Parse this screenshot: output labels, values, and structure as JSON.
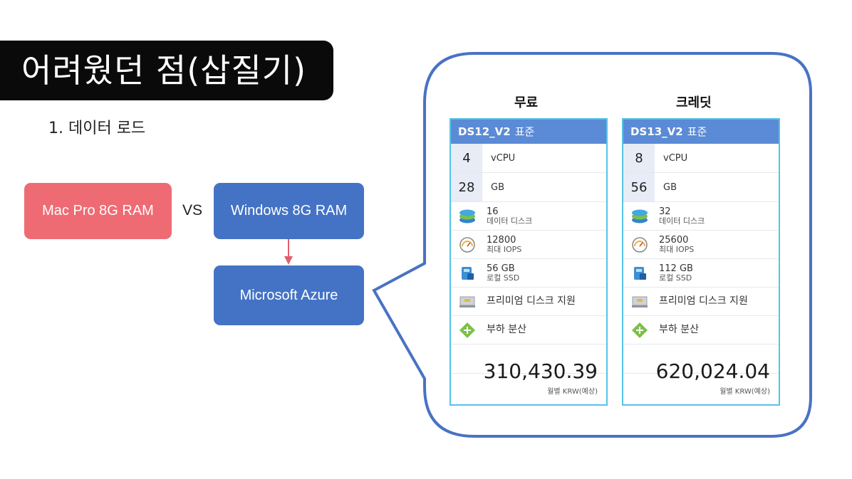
{
  "title": "어려웠던 점(삽질기)",
  "subtitle": "1. 데이터 로드",
  "flow": {
    "mac": "Mac Pro 8G RAM",
    "vs": "VS",
    "windows": "Windows 8G RAM",
    "azure": "Microsoft Azure"
  },
  "colors": {
    "mac": "#ee6b74",
    "windows": "#4473c5",
    "arrow": "#e05f6b",
    "callout_border": "#4a72c4",
    "card_header": "#5b8bd6",
    "card_border": "#56c3e6"
  },
  "plans": [
    {
      "column_label": "무료",
      "name": "DS12_V2",
      "tier": "표준",
      "cpu_value": "4",
      "cpu_label": "vCPU",
      "ram_value": "28",
      "ram_label": "GB",
      "disks_value": "16",
      "disks_label": "데이터 디스크",
      "iops_value": "12800",
      "iops_label": "최대 IOPS",
      "ssd_value": "56 GB",
      "ssd_label": "로컬 SSD",
      "premium_label": "프리미엄 디스크 지원",
      "lb_label": "부하 분산",
      "price": "310,430.39",
      "price_note": "월별 KRW(예상)",
      "icons": [
        "disk-stack-icon",
        "gauge-icon",
        "ssd-icon",
        "drive-icon",
        "load-balance-icon"
      ]
    },
    {
      "column_label": "크레딧",
      "name": "DS13_V2",
      "tier": "표준",
      "cpu_value": "8",
      "cpu_label": "vCPU",
      "ram_value": "56",
      "ram_label": "GB",
      "disks_value": "32",
      "disks_label": "데이터 디스크",
      "iops_value": "25600",
      "iops_label": "최대 IOPS",
      "ssd_value": "112 GB",
      "ssd_label": "로컬 SSD",
      "premium_label": "프리미엄 디스크 지원",
      "lb_label": "부하 분산",
      "price": "620,024.04",
      "price_note": "월별 KRW(예상)",
      "icons": [
        "disk-stack-icon",
        "gauge-icon",
        "ssd-icon",
        "drive-icon",
        "load-balance-icon"
      ]
    }
  ]
}
